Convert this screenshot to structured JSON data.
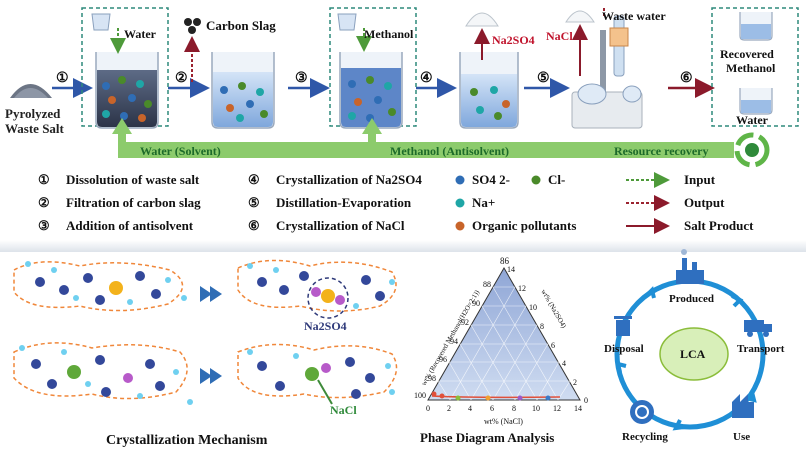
{
  "process": {
    "feed_label_line1": "Pyrolyzed",
    "feed_label_line2": "Waste Salt",
    "input_water": "Water",
    "carbon_slag": "Carbon Slag",
    "input_methanol": "Methanol",
    "product_na2so4": "Na2SO4",
    "product_nacl": "NaCl",
    "waste_water": "Waste water",
    "recovered_line1": "Recovered",
    "recovered_line2": "Methanol",
    "recovered_water": "Water",
    "step_numbers": [
      "①",
      "②",
      "③",
      "④",
      "⑤",
      "⑥"
    ],
    "recycle_water": "Water (Solvent)",
    "recycle_methanol": "Methanol (Antisolvent)",
    "resource_recovery": "Resource recovery"
  },
  "legend": {
    "steps": [
      {
        "num": "①",
        "text": "Dissolution of waste salt"
      },
      {
        "num": "②",
        "text": "Filtration of carbon slag"
      },
      {
        "num": "③",
        "text": "Addition of antisolvent"
      },
      {
        "num": "④",
        "text": "Crystallization of Na2SO4"
      },
      {
        "num": "⑤",
        "text": "Distillation-Evaporation"
      },
      {
        "num": "⑥",
        "text": "Crystallization of NaCl"
      }
    ],
    "species": [
      {
        "text": "SO4 2-",
        "color": "#2f6db5"
      },
      {
        "text": "Cl-",
        "color": "#4a8a2a"
      },
      {
        "text": "Na+",
        "color": "#1fa6a6"
      },
      {
        "text": "Organic pollutants",
        "color": "#c8642a"
      }
    ],
    "arrows": [
      {
        "text": "Input",
        "color": "#4e9a3a"
      },
      {
        "text": "Output",
        "color": "#9b2330"
      },
      {
        "text": "Salt Product",
        "color": "#8b1a2b"
      }
    ]
  },
  "mechanism": {
    "title": "Crystallization Mechanism",
    "label_na2so4": "Na2SO4",
    "label_nacl": "NaCl"
  },
  "phase": {
    "title": "Phase Diagram Analysis",
    "left_axis_label": "wt% (Recovered Methanol(H2O=2:1))",
    "right_axis_label": "wt% (Na2SO4)",
    "bottom_axis_label": "wt% (NaCl)",
    "top_value": "86",
    "left_ticks": [
      "88",
      "90",
      "92",
      "94",
      "96",
      "98",
      "100"
    ],
    "right_ticks": [
      "14",
      "12",
      "10",
      "8",
      "6",
      "4",
      "2",
      "0"
    ],
    "bottom_ticks": [
      "0",
      "2",
      "4",
      "6",
      "8",
      "10",
      "12",
      "14"
    ]
  },
  "lca": {
    "center": "LCA",
    "stages": [
      "Produced",
      "Transport",
      "Use",
      "Recycling",
      "Disposal"
    ]
  },
  "colors": {
    "flow_arrow": "#2f57a8",
    "recycle_arrow": "#7cc25a",
    "output_arrow": "#9b2330",
    "water_fill": "#b9d2f0"
  }
}
